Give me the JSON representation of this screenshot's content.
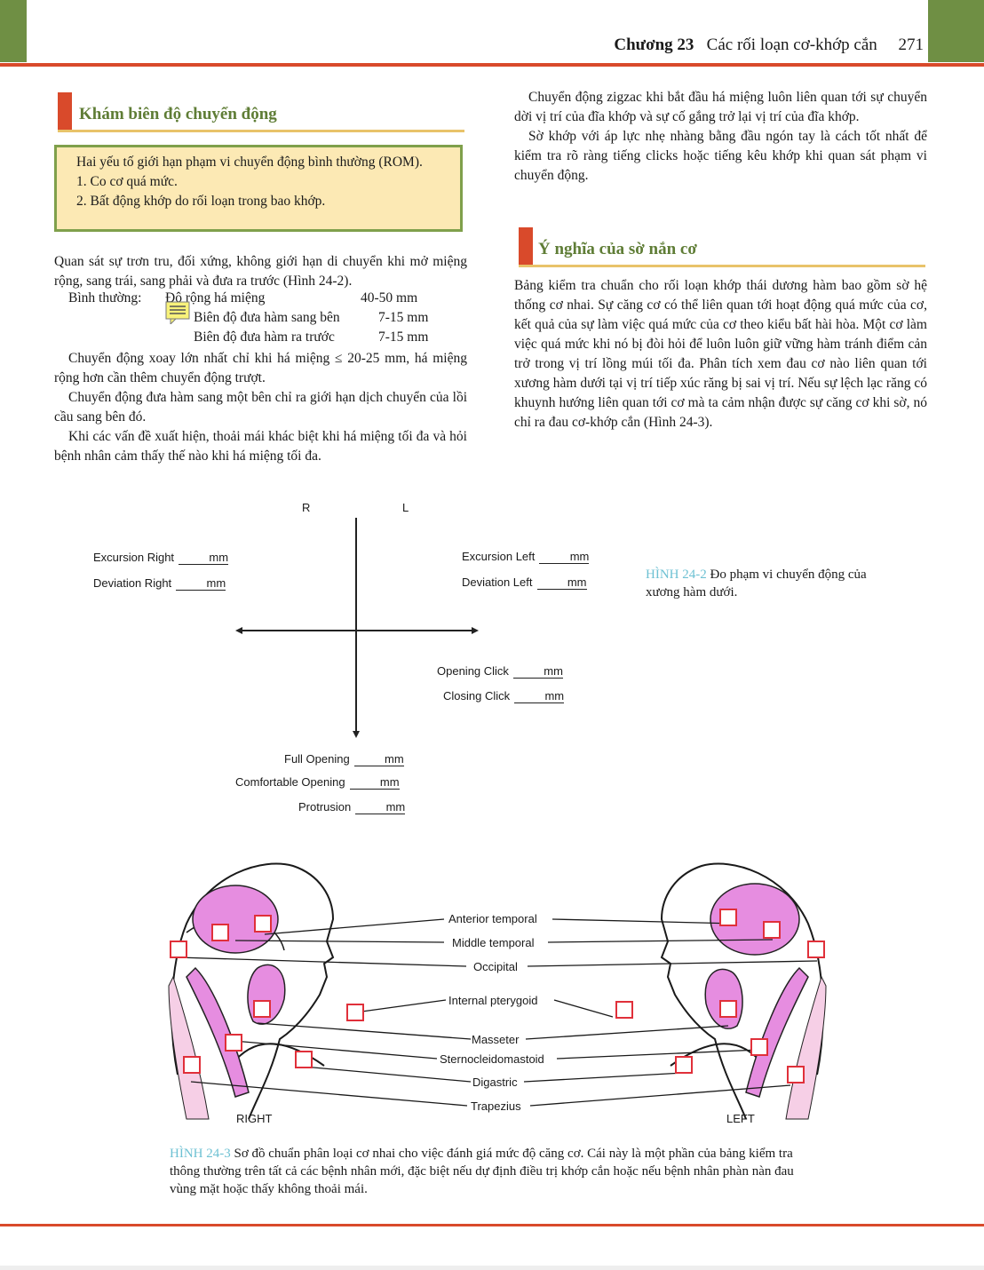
{
  "header": {
    "chapter_word": "Chương",
    "chapter_num": "23",
    "chapter_title": "Các rối loạn cơ-khớp cắn",
    "page_num": "271"
  },
  "section1": {
    "title": "Khám biên độ chuyển động",
    "box_line1": "Hai yếu tố giới hạn phạm vi chuyển động bình thường (ROM).",
    "box_line2": "1. Co cơ quá mức.",
    "box_line3": "2. Bất động khớp do rối loạn trong bao khớp.",
    "intro": "Quan sát sự trơn tru, đối xứng, không giới hạn di chuyển khi mở miệng rộng, sang trái, sang phải và đưa ra trước (Hình 24-2).",
    "normal_label": "Bình thường:",
    "rows": [
      {
        "label": "Độ rộng há miệng",
        "value": "40-50 mm"
      },
      {
        "label": "Biên độ đưa hàm sang bên",
        "value": "7-15 mm"
      },
      {
        "label": "Biên độ đưa hàm ra trước",
        "value": "7-15 mm"
      }
    ],
    "p2": "Chuyển động xoay lớn nhất chỉ khi há miệng ≤ 20-25 mm, há miệng rộng hơn cần thêm chuyển động trượt.",
    "p3": "Chuyển động đưa hàm sang một bên chỉ ra giới hạn dịch chuyển của lồi cầu sang bên đó.",
    "p4": "Khi các vấn đề xuất hiện, thoải mái khác biệt khi há miệng tối đa và hỏi bệnh nhân cảm thấy thế nào khi há miệng tối đa."
  },
  "right_col": {
    "p1": "Chuyển động zigzac khi bắt đầu há miệng luôn liên quan tới sự chuyển dời vị trí của đĩa khớp và sự cố gắng trở lại vị trí của đĩa khớp.",
    "p2": "Sờ khớp với áp lực nhẹ nhàng bằng đầu ngón tay là cách tốt nhất để kiểm tra rõ ràng tiếng clicks hoặc tiếng kêu khớp khi quan sát phạm vi chuyển động.",
    "section2_title": "Ý nghĩa của sờ nắn cơ",
    "p3": "Bảng kiểm tra chuẩn cho rối loạn khớp thái dương hàm bao gồm sờ hệ thống cơ nhai. Sự căng cơ có thể liên quan tới hoạt động quá mức của cơ, kết quả của sự làm việc quá mức của cơ theo kiểu bất hài hòa. Một cơ làm việc quá mức khi nó bị đòi hỏi để luôn luôn giữ vững hàm tránh điểm cản trở trong vị trí lồng múi tối đa. Phân tích xem đau cơ nào liên quan tới xương hàm dưới tại vị trí tiếp xúc răng bị sai vị trí. Nếu sự lệch lạc răng có khuynh hướng liên quan tới cơ mà ta cảm nhận được sự căng cơ khi sờ, nó chỉ ra đau cơ-khớp cắn (Hình 24-3)."
  },
  "fig2": {
    "label_R": "R",
    "label_L": "L",
    "excursion_right": "Excursion Right",
    "deviation_right": "Deviation Right",
    "excursion_left": "Excursion Left",
    "deviation_left": "Deviation Left",
    "opening_click": "Opening Click",
    "closing_click": "Closing Click",
    "full_opening": "Full Opening",
    "comfortable_opening": "Comfortable Opening",
    "protrusion": "Protrusion",
    "unit": "mm",
    "caption_label": "HÌNH 24-2",
    "caption_text": " Đo phạm vi chuyển động của xương hàm dưới."
  },
  "fig3": {
    "muscles": [
      "Anterior temporal",
      "Middle temporal",
      "Occipital",
      "Internal pterygoid",
      "Masseter",
      "Sternocleidomastoid",
      "Digastric",
      "Trapezius"
    ],
    "right_label": "RIGHT",
    "left_label": "LEFT",
    "caption_label": "HÌNH 24-3",
    "caption_text": " Sơ đồ chuẩn phân loại cơ nhai cho việc đánh giá mức độ căng cơ. Cái này là một phần của bảng kiểm tra thông thường trên tất cả các bệnh nhân mới, đặc biệt nếu dự định điều trị khớp cắn hoặc nếu bệnh nhân phàn nàn đau vùng mặt hoặc thấy không thoải mái."
  },
  "colors": {
    "accent_red": "#d94a2b",
    "accent_green": "#6f8f44",
    "box_fill": "#fce9b4",
    "muscle_pink": "#e68de0",
    "caption_cyan": "#6ec1d3"
  }
}
